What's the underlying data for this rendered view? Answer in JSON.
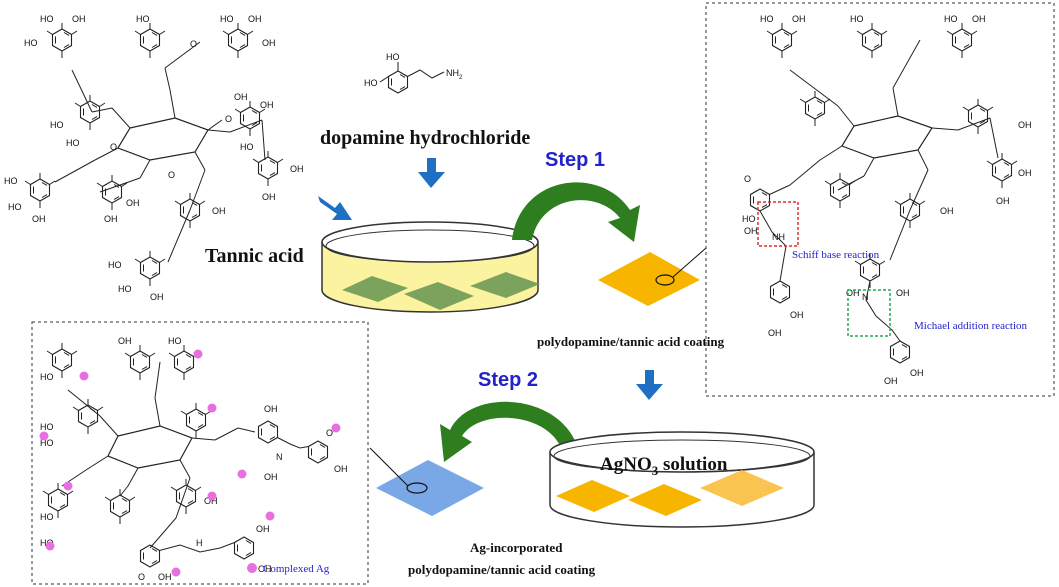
{
  "labels": {
    "tannic_acid": "Tannic acid",
    "dopamine": "dopamine hydrochloride",
    "step1": "Step 1",
    "step2": "Step 2",
    "coating1": "polydopamine/tannic acid coating",
    "solution": "AgNO",
    "solution_sub": "3",
    "solution_tail": " solution",
    "coating2_line1": "Ag-incorporated",
    "coating2_line2": "polydopamine/tannic acid coating",
    "schiff": "Schiff base reaction",
    "michael": "Michael addition reaction",
    "complexed": "Complexed Ag",
    "atom_ho": "HO",
    "atom_oh": "OH",
    "atom_o": "O",
    "atom_nh": "NH",
    "atom_n": "N",
    "atom_h": "H",
    "atom_nh2": "NH",
    "atom_nh2_sub": "2"
  },
  "colors": {
    "step_text": "#2222cc",
    "blue_arrow": "#1f6fc4",
    "green_arrow": "#2e7d1e",
    "solution_yellow": "#fbf3a0",
    "sheet_green": "#6e9a55",
    "sheet_orange": "#f7b500",
    "sheet_blue": "#7aa7e6",
    "ag_dot": "#e86fe0",
    "schiff_box": "#e03030",
    "michael_box": "#22aa55",
    "annotation_text": "#2222cc"
  }
}
